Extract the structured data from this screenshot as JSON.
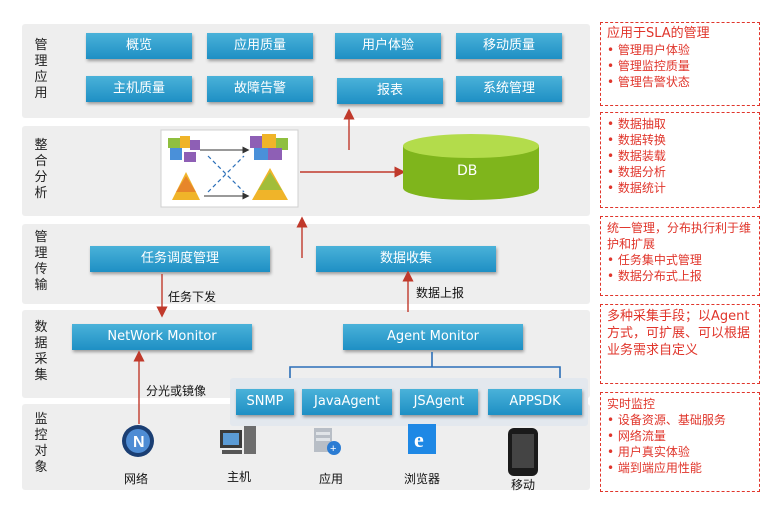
{
  "layers": {
    "management_app": "管理应用",
    "integration_analysis": "整合分析",
    "management_transfer": "管理传输",
    "data_collection": "数据采集",
    "monitored_objects": "监控对象"
  },
  "app_buttons": [
    "概览",
    "应用质量",
    "用户体验",
    "移动质量",
    "主机质量",
    "故障告警",
    "报表",
    "系统管理"
  ],
  "db_label": "DB",
  "transfer_buttons": {
    "task": "任务调度管理",
    "collect": "数据收集"
  },
  "arrow_labels": {
    "task_down": "任务下发",
    "data_up": "数据上报",
    "mirror": "分光或镜像"
  },
  "collect_buttons": {
    "network": "NetWork Monitor",
    "agent": "Agent Monitor"
  },
  "agent_types": [
    "SNMP",
    "JavaAgent",
    "JSAgent",
    "APPSDK"
  ],
  "objects": [
    "网络",
    "主机",
    "应用",
    "浏览器",
    "移动"
  ],
  "notes": [
    {
      "title": "应用于SLA的管理",
      "items": [
        "• 管理用户体验",
        "• 管理监控质量",
        "• 管理告警状态"
      ]
    },
    {
      "title": "",
      "items": [
        "• 数据抽取",
        "• 数据转换",
        "• 数据装载",
        "• 数据分析",
        "• 数据统计"
      ]
    },
    {
      "title": "统一管理，分布执行利于维护和扩展",
      "items": [
        "• 任务集中式管理",
        "• 数据分布式上报"
      ]
    },
    {
      "title": "多种采集手段；以Agent方式，可扩展、可以根据业务需求自定义",
      "items": []
    },
    {
      "title": "实时监控",
      "items": [
        "• 设备资源、基础服务",
        "• 网络流量",
        "• 用户真实体验",
        "• 端到端应用性能"
      ]
    }
  ],
  "colors": {
    "button": "#1e8fc4",
    "note": "#e0352b",
    "db": "#8fc31f",
    "arrow": "#c0392b"
  }
}
